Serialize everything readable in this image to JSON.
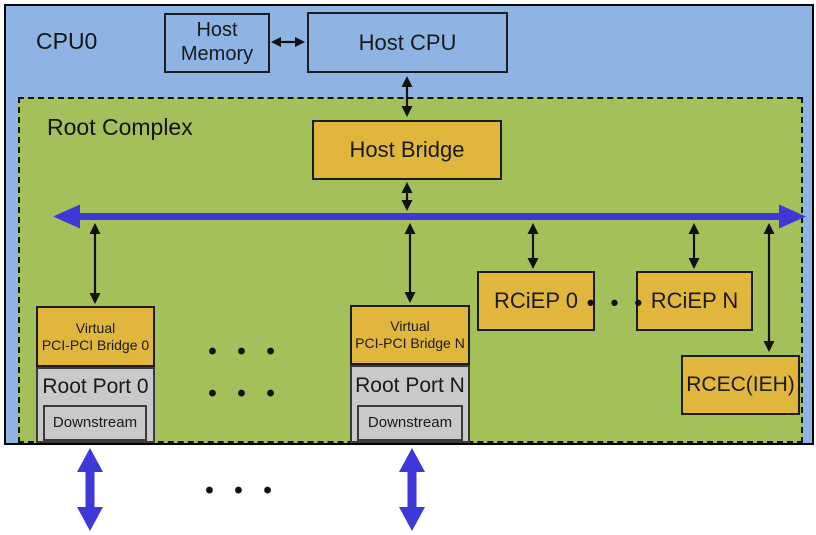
{
  "labels": {
    "cpu0": "CPU0",
    "host_memory": "Host Memory",
    "host_cpu": "Host CPU",
    "root_complex": "Root Complex",
    "host_bridge": "Host Bridge",
    "bridge0_line1": "Virtual",
    "bridge0_line2": "PCI-PCI Bridge 0",
    "root_port0": "Root Port 0",
    "bridgeN_line1": "Virtual",
    "bridgeN_line2": "PCI-PCI Bridge N",
    "root_portN": "Root Port N",
    "downstream": "Downstream",
    "rciep0": "RCiEP 0",
    "rciepN": "RCiEP N",
    "rcec": "RCEC(IEH)",
    "ellipsis": "• • •"
  },
  "colors": {
    "cpu_fill": "#8DB4E2",
    "root_complex_fill": "#A3C05A",
    "device_fill": "#E0B63C",
    "port_fill": "#C9C9C9",
    "bus_blue": "#3E38D9",
    "connector_black": "#111111",
    "border": "#1c1c1c"
  }
}
